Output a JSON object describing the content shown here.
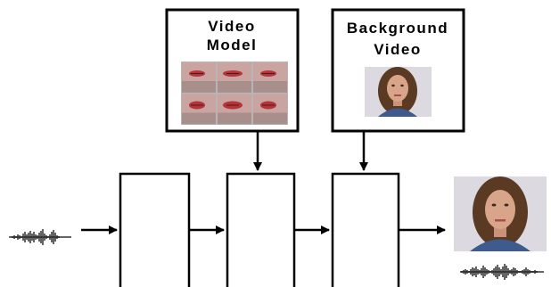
{
  "video_model": {
    "label_lines": [
      "Video",
      "Model"
    ],
    "thumbnail_icon": "lip-frames-grid"
  },
  "background_video": {
    "label_lines": [
      "Background",
      "Video"
    ],
    "thumbnail_icon": "face-portrait"
  },
  "input": {
    "icon": "audio-waveform"
  },
  "output": {
    "icons": [
      "face-portrait",
      "audio-waveform"
    ]
  },
  "colors": {
    "stroke": "#000000",
    "background": "#ffffff",
    "lip_skin": "#c9a4a0",
    "lip_red": "#b5343a",
    "face_bg": "#dcd9e0",
    "hair": "#5a3a22",
    "skin": "#d9a58a",
    "shirt": "#3f5a8c"
  }
}
